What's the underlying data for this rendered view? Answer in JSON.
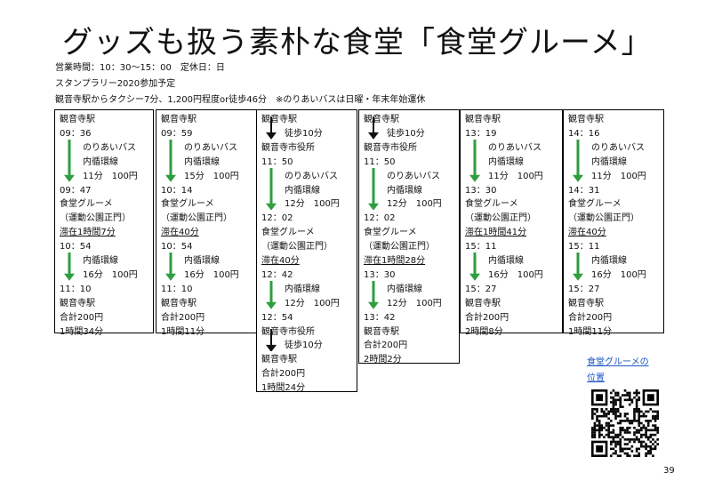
{
  "title": "グッズも扱う素朴な食堂「食堂グルーメ」",
  "info": [
    "営業時間：10：30～15：00　定休日：日",
    "スタンプラリー2020参加予定",
    "観音寺駅からタクシー7分、1,200円程度or徒歩46分　※のりあいバスは日曜・年末年始運休"
  ],
  "columns": [
    {
      "lines": [
        {
          "t": "観音寺駅"
        },
        {
          "t": "09：36"
        },
        {
          "t": "のりあいバス",
          "i": 1
        },
        {
          "t": "内循環線",
          "i": 1
        },
        {
          "t": "11分　100円",
          "i": 1
        },
        {
          "t": "09：47"
        },
        {
          "t": "食堂グルーメ"
        },
        {
          "t": "（運動公園正門）"
        },
        {
          "t": "滞在1時間7分",
          "u": 1
        },
        {
          "t": "10：54"
        },
        {
          "t": "内循環線",
          "i": 1
        },
        {
          "t": "16分　100円",
          "i": 1
        },
        {
          "t": "11：10"
        },
        {
          "t": "観音寺駅"
        },
        {
          "t": "合計200円"
        },
        {
          "t": "1時間34分"
        }
      ]
    },
    {
      "lines": [
        {
          "t": "観音寺駅"
        },
        {
          "t": "09：59"
        },
        {
          "t": "のりあいバス",
          "i": 1
        },
        {
          "t": "内循環線",
          "i": 1
        },
        {
          "t": "15分　100円",
          "i": 1
        },
        {
          "t": "10：14"
        },
        {
          "t": "食堂グルーメ"
        },
        {
          "t": "（運動公園正門）"
        },
        {
          "t": "滞在40分",
          "u": 1
        },
        {
          "t": "10：54"
        },
        {
          "t": "内循環線",
          "i": 1
        },
        {
          "t": "16分　100円",
          "i": 1
        },
        {
          "t": "11：10"
        },
        {
          "t": "観音寺駅"
        },
        {
          "t": "合計200円"
        },
        {
          "t": "1時間11分"
        }
      ]
    },
    {
      "lines": [
        {
          "t": "観音寺駅"
        },
        {
          "t": "徒歩10分",
          "i": 1
        },
        {
          "t": "観音寺市役所"
        },
        {
          "t": "11：50"
        },
        {
          "t": "のりあいバス",
          "i": 1
        },
        {
          "t": "内循環線",
          "i": 1
        },
        {
          "t": "12分　100円",
          "i": 1
        },
        {
          "t": "12：02"
        },
        {
          "t": "食堂グルーメ"
        },
        {
          "t": "（運動公園正門）"
        },
        {
          "t": "滞在40分",
          "u": 1
        },
        {
          "t": "12：42"
        },
        {
          "t": "内循環線",
          "i": 1
        },
        {
          "t": "12分　100円",
          "i": 1
        },
        {
          "t": "12：54"
        },
        {
          "t": "観音寺市役所"
        },
        {
          "t": "徒歩10分",
          "i": 1
        },
        {
          "t": "観音寺駅"
        },
        {
          "t": "合計200円"
        },
        {
          "t": "1時間24分"
        }
      ]
    },
    {
      "lines": [
        {
          "t": "観音寺駅"
        },
        {
          "t": "徒歩10分",
          "i": 1
        },
        {
          "t": "観音寺市役所"
        },
        {
          "t": "11：50"
        },
        {
          "t": "のりあいバス",
          "i": 1
        },
        {
          "t": "内循環線",
          "i": 1
        },
        {
          "t": "12分　100円",
          "i": 1
        },
        {
          "t": "12：02"
        },
        {
          "t": "食堂グルーメ"
        },
        {
          "t": "（運動公園正門）"
        },
        {
          "t": "滞在1時間28分",
          "u": 1
        },
        {
          "t": "13：30"
        },
        {
          "t": "内循環線",
          "i": 1
        },
        {
          "t": "12分　100円",
          "i": 1
        },
        {
          "t": "13：42"
        },
        {
          "t": "観音寺駅"
        },
        {
          "t": "合計200円"
        },
        {
          "t": "2時間2分"
        }
      ]
    },
    {
      "lines": [
        {
          "t": "観音寺駅"
        },
        {
          "t": "13：19"
        },
        {
          "t": "のりあいバス",
          "i": 1
        },
        {
          "t": "内循環線",
          "i": 1
        },
        {
          "t": "11分　100円",
          "i": 1
        },
        {
          "t": "13：30"
        },
        {
          "t": "食堂グルーメ"
        },
        {
          "t": "（運動公園正門）"
        },
        {
          "t": "滞在1時間41分",
          "u": 1
        },
        {
          "t": "15：11"
        },
        {
          "t": "内循環線",
          "i": 1
        },
        {
          "t": "16分　100円",
          "i": 1
        },
        {
          "t": "15：27"
        },
        {
          "t": "観音寺駅"
        },
        {
          "t": "合計200円"
        },
        {
          "t": "2時間8分"
        }
      ]
    },
    {
      "lines": [
        {
          "t": "観音寺駅"
        },
        {
          "t": "14：16"
        },
        {
          "t": "のりあいバス",
          "i": 1
        },
        {
          "t": "内循環線",
          "i": 1
        },
        {
          "t": "11分　100円",
          "i": 1
        },
        {
          "t": "14：31"
        },
        {
          "t": "食堂グルーメ"
        },
        {
          "t": "（運動公園正門）"
        },
        {
          "t": "滞在40分",
          "u": 1
        },
        {
          "t": "15：11"
        },
        {
          "t": "内循環線",
          "i": 1
        },
        {
          "t": "16分　100円",
          "i": 1
        },
        {
          "t": "15：27"
        },
        {
          "t": "観音寺駅"
        },
        {
          "t": "合計200円"
        },
        {
          "t": "1時間11分"
        }
      ]
    }
  ],
  "link_lines": [
    "食堂グルーメの",
    "位置"
  ],
  "page_number": "39",
  "colors": {
    "arrow_green": "#2e9e3e",
    "arrow_black": "#111111",
    "link": "#1a55c8"
  }
}
